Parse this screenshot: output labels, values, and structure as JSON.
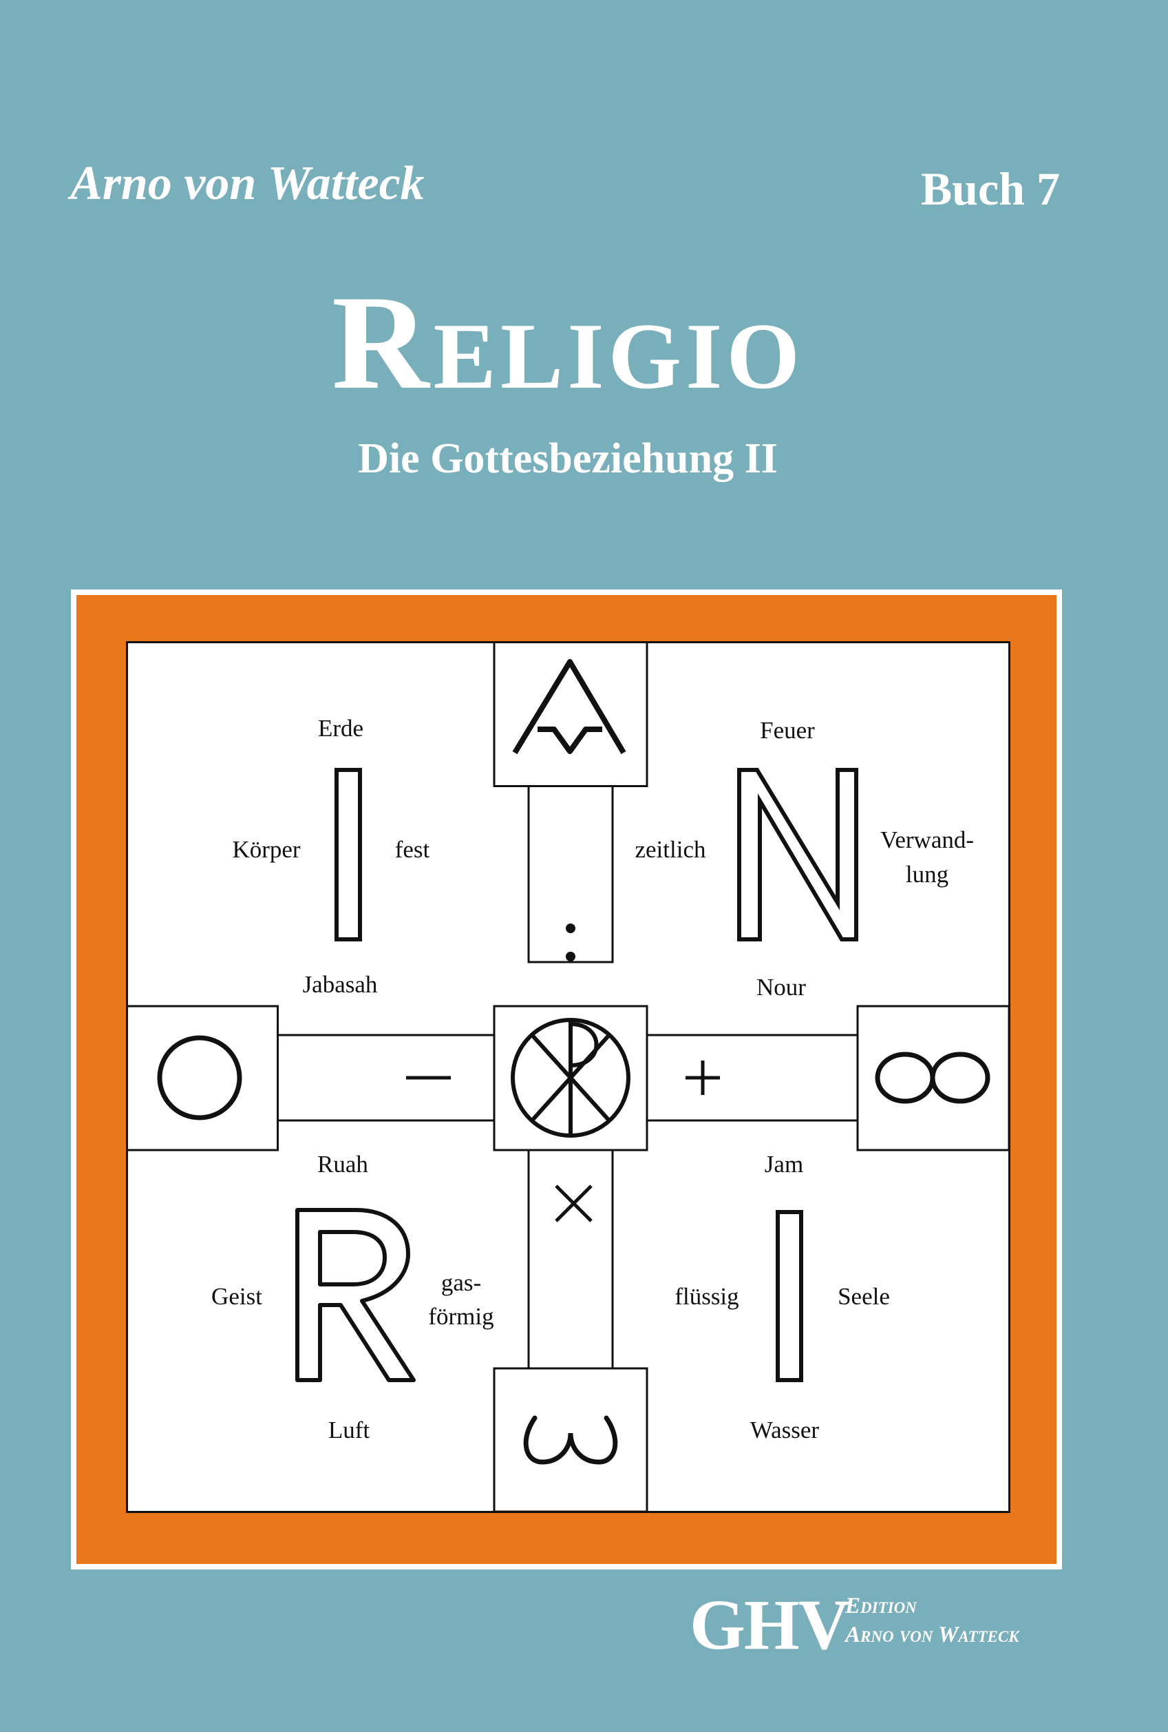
{
  "cover": {
    "author": "Arno von Watteck",
    "book_number": "Buch 7",
    "title": "Religio",
    "subtitle": "Die Gottesbeziehung II"
  },
  "colors": {
    "background": "#79afbb",
    "frame_orange": "#e8781b",
    "text": "#ffffff",
    "diagram_ink": "#111111"
  },
  "diagram": {
    "top_left": {
      "top": "Erde",
      "left": "Körper",
      "right": "fest",
      "bottom": "Jabasah",
      "letter": "I"
    },
    "top_right": {
      "top": "Feuer",
      "left": "zeitlich",
      "right_line1": "Verwand-",
      "right_line2": "lung",
      "bottom": "Nour",
      "letter": "N"
    },
    "bottom_left": {
      "top": "Ruah",
      "left": "Geist",
      "right_line1": "gas-",
      "right_line2": "förmig",
      "bottom": "Luft",
      "letter": "R"
    },
    "bottom_right": {
      "top": "Jam",
      "left": "flüssig",
      "right": "Seele",
      "bottom": "Wasser",
      "letter": "I"
    },
    "operators": {
      "top": ":",
      "left": "−",
      "right": "+",
      "bottom": "×"
    },
    "symbols": {
      "top": "alpha-symbol",
      "left": "circle-symbol",
      "center": "chi-rho-symbol",
      "right": "infinity-symbol",
      "bottom": "omega-symbol"
    }
  },
  "publisher": {
    "logo": "GHV",
    "line1": "Edition",
    "line2": "Arno von Watteck"
  }
}
